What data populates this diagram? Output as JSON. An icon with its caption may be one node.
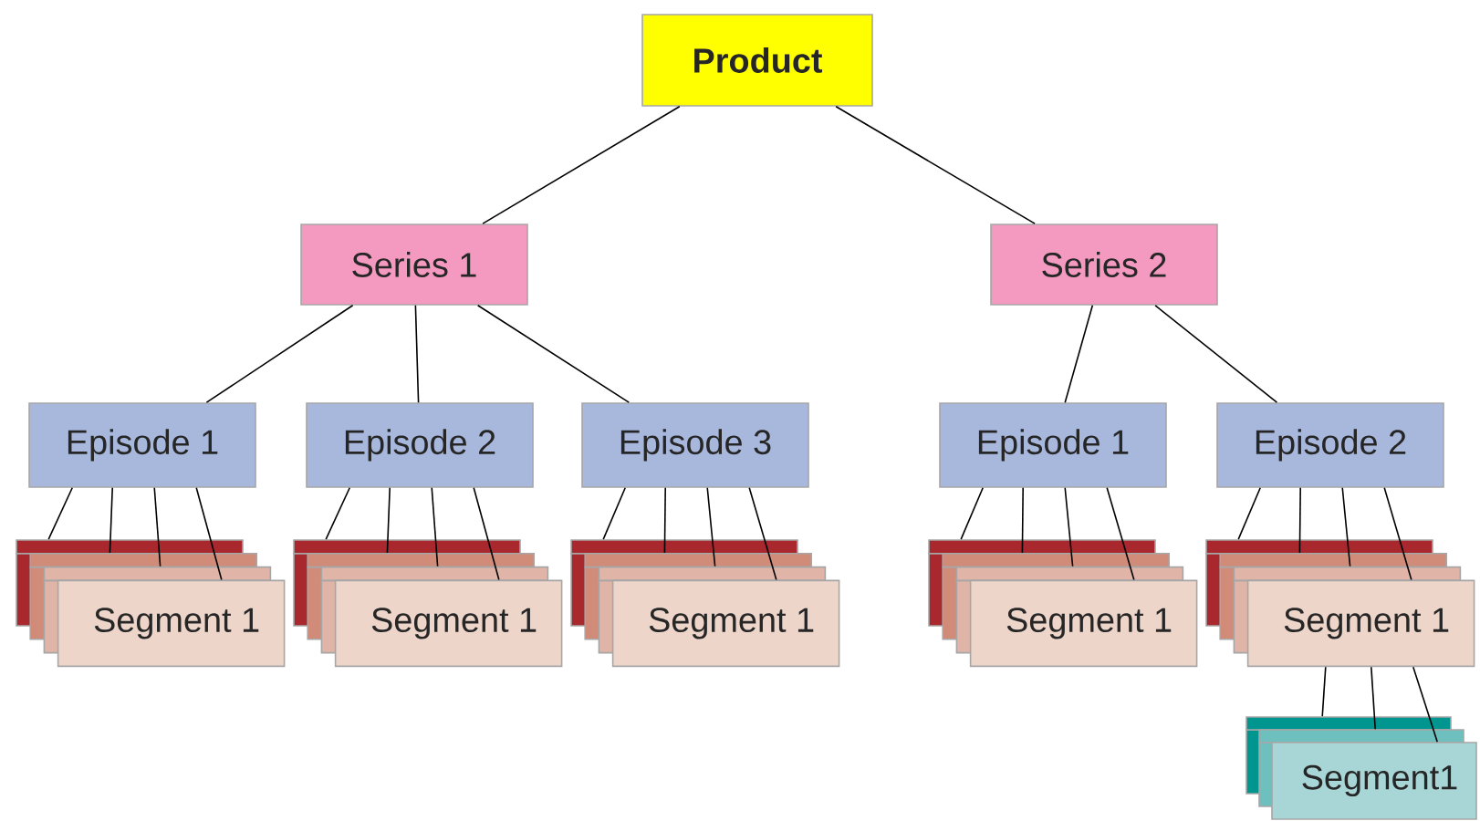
{
  "diagram": {
    "nodes": [
      {
        "text": [
          "Product"
        ]
      },
      {
        "text": [
          "Series 1"
        ]
      },
      {
        "text": [
          "Series 2"
        ]
      },
      {
        "text": [
          "Episode 1"
        ]
      },
      {
        "text": [
          "Episode 2"
        ]
      },
      {
        "text": [
          "Episode 3"
        ]
      },
      {
        "text": [
          "Episode 1"
        ]
      },
      {
        "text": [
          "Episode 2"
        ]
      },
      {
        "text": [],
        "shape": "box"
      },
      {
        "text": [],
        "shape": "box"
      },
      {
        "text": [],
        "shape": "box"
      },
      {
        "text": [
          "Segment 1"
        ]
      },
      {
        "text": [],
        "shape": "box"
      },
      {
        "text": [],
        "shape": "box"
      },
      {
        "text": [],
        "shape": "box"
      },
      {
        "text": [
          "Segment 1"
        ]
      },
      {
        "text": [],
        "shape": "box"
      },
      {
        "text": [],
        "shape": "box"
      },
      {
        "text": [],
        "shape": "box"
      },
      {
        "text": [
          "Segment 1"
        ]
      },
      {
        "text": [],
        "shape": "box"
      },
      {
        "text": [],
        "shape": "box"
      },
      {
        "text": [],
        "shape": "box"
      },
      {
        "text": [
          "Segment 1"
        ]
      },
      {
        "text": [],
        "shape": "box"
      },
      {
        "text": [],
        "shape": "box"
      },
      {
        "text": [],
        "shape": "box"
      },
      {
        "text": [
          "Segment 1"
        ]
      },
      {
        "text": [],
        "shape": "box"
      },
      {
        "text": [],
        "shape": "box"
      },
      {
        "text": [
          "Segment1"
        ]
      }
    ],
    "edges": [
      {
        "from": 0,
        "to": 1,
        "arrow": "none"
      },
      {
        "from": 0,
        "to": 2,
        "arrow": "none"
      },
      {
        "from": 1,
        "to": 3,
        "arrow": "none"
      },
      {
        "from": 1,
        "to": 4,
        "arrow": "none"
      },
      {
        "from": 1,
        "to": 5,
        "arrow": "none"
      },
      {
        "from": 2,
        "to": 6,
        "arrow": "none"
      },
      {
        "from": 2,
        "to": 7,
        "arrow": "none"
      },
      {
        "from": 3,
        "to": 8,
        "arrow": "none"
      },
      {
        "from": 3,
        "to": 9,
        "arrow": "none"
      },
      {
        "from": 3,
        "to": 10,
        "arrow": "none"
      },
      {
        "from": 3,
        "to": 11,
        "arrow": "none"
      },
      {
        "from": 4,
        "to": 12,
        "arrow": "none"
      },
      {
        "from": 4,
        "to": 13,
        "arrow": "none"
      },
      {
        "from": 4,
        "to": 14,
        "arrow": "none"
      },
      {
        "from": 4,
        "to": 15,
        "arrow": "none"
      },
      {
        "from": 5,
        "to": 16,
        "arrow": "none"
      },
      {
        "from": 5,
        "to": 17,
        "arrow": "none"
      },
      {
        "from": 5,
        "to": 18,
        "arrow": "none"
      },
      {
        "from": 5,
        "to": 19,
        "arrow": "none"
      },
      {
        "from": 6,
        "to": 20,
        "arrow": "none"
      },
      {
        "from": 6,
        "to": 21,
        "arrow": "none"
      },
      {
        "from": 6,
        "to": 22,
        "arrow": "none"
      },
      {
        "from": 6,
        "to": 23,
        "arrow": "none"
      },
      {
        "from": 7,
        "to": 24,
        "arrow": "none"
      },
      {
        "from": 7,
        "to": 25,
        "arrow": "none"
      },
      {
        "from": 7,
        "to": 26,
        "arrow": "none"
      },
      {
        "from": 7,
        "to": 27,
        "arrow": "none"
      },
      {
        "from": 27,
        "to": 28,
        "arrow": "none"
      },
      {
        "from": 27,
        "to": 29,
        "arrow": "none"
      },
      {
        "from": 27,
        "to": 30,
        "arrow": "none"
      }
    ]
  }
}
